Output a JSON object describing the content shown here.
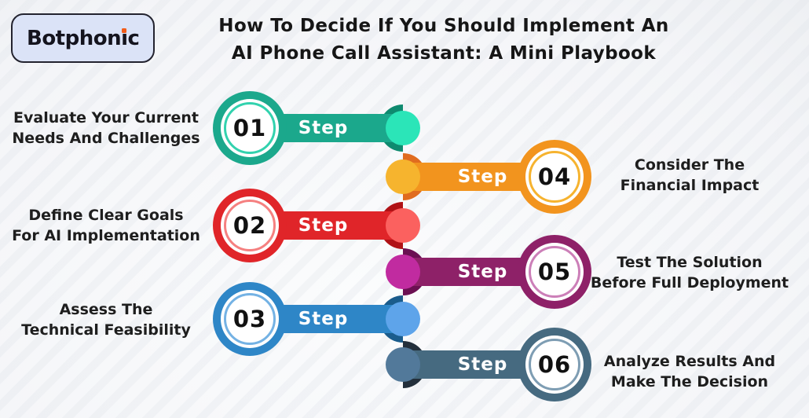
{
  "logo": {
    "text_pre": "Botphon",
    "i_char": "ı",
    "text_post": "c",
    "box_bg": "#dbe3f7",
    "dot_color": "#f25c19"
  },
  "title": {
    "line1": "How To Decide If You Should Implement An",
    "line2": "AI Phone Call Assistant: A Mini Playbook"
  },
  "step_word": "Step",
  "background_color": "#f4f5f8",
  "steps": [
    {
      "number": "01",
      "side": "left",
      "label_line1": "Evaluate Your Current",
      "label_line2": "Needs And Challenges",
      "colors": {
        "main": "#1BA88C",
        "dark": "#0E8A6F",
        "node": "#2BE5B8",
        "inner_ring": "#32D2AE"
      }
    },
    {
      "number": "02",
      "side": "left",
      "label_line1": "Define Clear Goals",
      "label_line2": "For AI Implementation",
      "colors": {
        "main": "#E02529",
        "dark": "#B01216",
        "node": "#FB615F",
        "inner_ring": "#F58080"
      }
    },
    {
      "number": "03",
      "side": "left",
      "label_line1": "Assess The",
      "label_line2": "Technical Feasibility",
      "colors": {
        "main": "#2E86C7",
        "dark": "#1A5C8C",
        "node": "#5EA4EA",
        "inner_ring": "#74B2E4"
      }
    },
    {
      "number": "04",
      "side": "right",
      "label_line1": "Consider The",
      "label_line2": "Financial Impact",
      "colors": {
        "main": "#F2941E",
        "dark": "#E06C1F",
        "node": "#F6B42E",
        "inner_ring": "#F6B32F"
      }
    },
    {
      "number": "05",
      "side": "right",
      "label_line1": "Test The Solution",
      "label_line2": "Before Full Deployment",
      "colors": {
        "main": "#8E2168",
        "dark": "#6B1052",
        "node": "#C12BA0",
        "inner_ring": "#CC7FB8"
      }
    },
    {
      "number": "06",
      "side": "right",
      "label_line1": "Analyze Results And",
      "label_line2": "Make The Decision",
      "colors": {
        "main": "#466A80",
        "dark": "#232F3B",
        "node": "#52799A",
        "inner_ring": "#7E9DB3"
      }
    }
  ]
}
